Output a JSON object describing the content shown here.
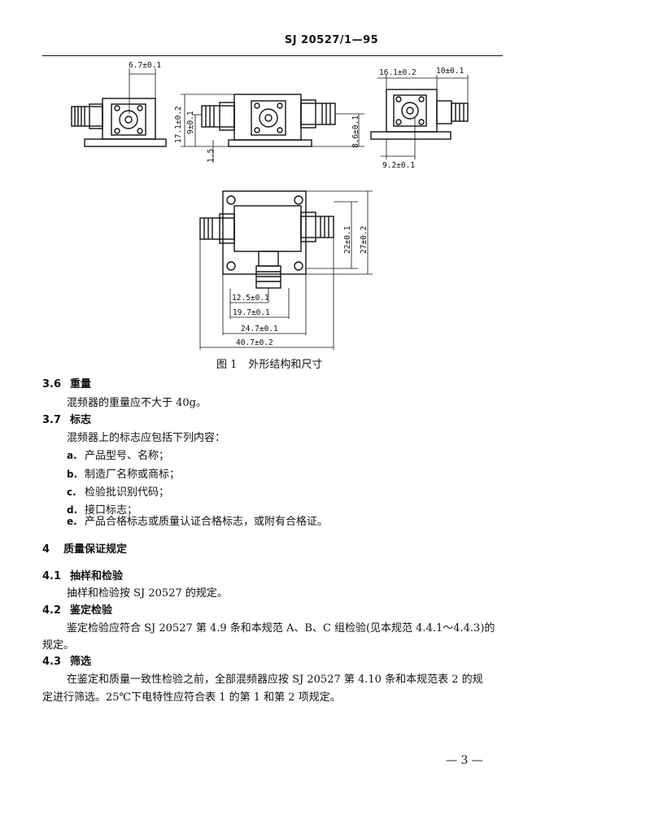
{
  "header": {
    "doc_code": "SJ 20527/1—95"
  },
  "figure": {
    "number": "图 1",
    "title": "外形结构和尺寸",
    "dims": {
      "top_width": "6.7±0.1",
      "height_total": "17.1±0.2",
      "height_inner": "9±0.1",
      "base_offset": "1.5",
      "right_height": "8.6±0.1",
      "side_width": "16.1±0.2",
      "side_right": "10±0.1",
      "side_bottom": "9.2±0.1",
      "plan_h_inner": "22±0.1",
      "plan_h_outer": "27±0.2",
      "plan_w1": "12.5±0.1",
      "plan_w2": "19.7±0.1",
      "plan_w3": "24.7±0.1",
      "plan_w4": "40.7±0.2"
    }
  },
  "sections": {
    "s36_num": "3.6",
    "s36_title": "重量",
    "s36_body": "混频器的重量应不大于 40g。",
    "s37_num": "3.7",
    "s37_title": "标志",
    "s37_intro": "混频器上的标志应包括下列内容：",
    "s37_items": [
      {
        "letter": "a.",
        "text": "产品型号、名称；"
      },
      {
        "letter": "b.",
        "text": "制造厂名称或商标；"
      },
      {
        "letter": "c.",
        "text": "检验批识别代码；"
      },
      {
        "letter": "d.",
        "text": "接口标志；"
      },
      {
        "letter": "e.",
        "text": "产品合格标志或质量认证合格标志，或附有合格证。"
      }
    ],
    "s4_num": "4",
    "s4_title": "质量保证规定",
    "s41_num": "4.1",
    "s41_title": "抽样和检验",
    "s41_body": "抽样和检验按 SJ 20527 的规定。",
    "s42_num": "4.2",
    "s42_title": "鉴定检验",
    "s42_body_1": "鉴定检验应符合 SJ 20527 第 4.9 条和本规范 A、B、C 组检验(见本规范 4.4.1～4.4.3)的",
    "s42_body_2": "规定。",
    "s43_num": "4.3",
    "s43_title": "筛选",
    "s43_body_1": "在鉴定和质量一致性检验之前，全部混频器应按 SJ 20527 第 4.10 条和本规范表 2 的规",
    "s43_body_2": "定进行筛选。25℃下电特性应符合表 1 的第 1 和第 2 项规定。"
  },
  "footer": {
    "page": "— 3 —"
  }
}
